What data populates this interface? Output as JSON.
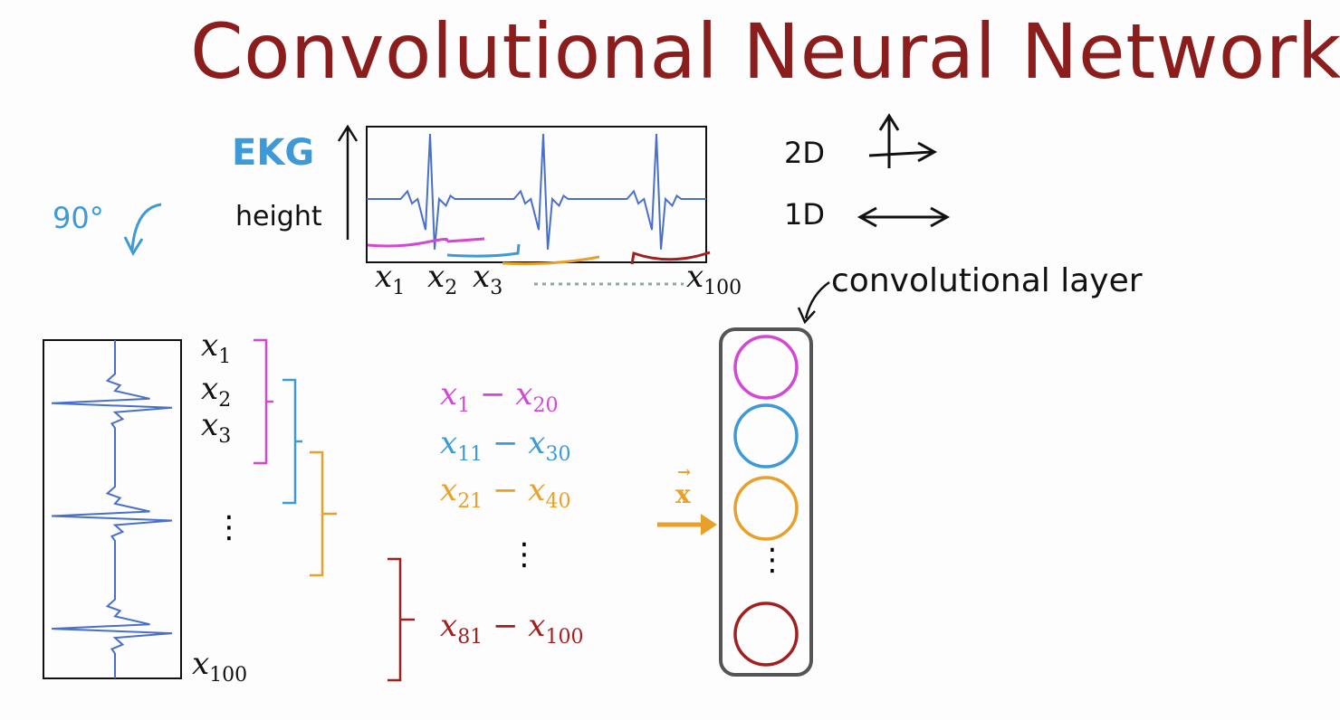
{
  "title": "Convolutional Neural Network",
  "ekg_label": "EKG",
  "height_label": "height",
  "rotation_label": "90°",
  "dim_2d": "2D",
  "dim_1d": "1D",
  "conv_layer_label": "convolutional layer",
  "input_vector_label": "x",
  "horizontal_inputs": [
    {
      "base": "x",
      "sub": "1"
    },
    {
      "base": "x",
      "sub": "2"
    },
    {
      "base": "x",
      "sub": "3"
    },
    {
      "base": "x",
      "sub": "100"
    }
  ],
  "vertical_inputs": [
    {
      "base": "x",
      "sub": "1"
    },
    {
      "base": "x",
      "sub": "2"
    },
    {
      "base": "x",
      "sub": "3"
    },
    {
      "base": "x",
      "sub": "100"
    }
  ],
  "ranges": [
    {
      "from": "1",
      "to": "20",
      "color": "#d447d4"
    },
    {
      "from": "11",
      "to": "30",
      "color": "#3d9ad6"
    },
    {
      "from": "21",
      "to": "40",
      "color": "#e8a02a"
    },
    {
      "from": "81",
      "to": "100",
      "color": "#a31f1f"
    }
  ],
  "ellipsis": "⋮",
  "colors": {
    "title": "#8b1d1d",
    "signal": "#4a6fc8",
    "magenta": "#d447d4",
    "blue": "#3d9ad6",
    "orange": "#e8a02a",
    "darkred": "#a31f1f",
    "dotted": "#8fa6a6"
  }
}
